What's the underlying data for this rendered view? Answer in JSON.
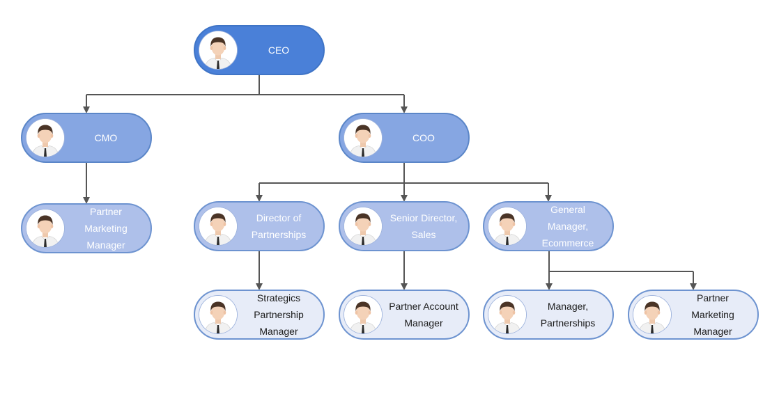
{
  "nodes": [
    {
      "id": "ceo",
      "level": 0,
      "title": "CEO"
    },
    {
      "id": "cmo",
      "level": 1,
      "title": "CMO"
    },
    {
      "id": "coo",
      "level": 1,
      "title": "COO"
    },
    {
      "id": "pmm1",
      "level": 2,
      "title": "Partner Marketing\nManager"
    },
    {
      "id": "dop",
      "level": 2,
      "title": "Director of\nPartnerships"
    },
    {
      "id": "sds",
      "level": 2,
      "title": "Senior Director,\nSales"
    },
    {
      "id": "gme",
      "level": 2,
      "title": "General Manager,\nEcommerce"
    },
    {
      "id": "spm",
      "level": 3,
      "title": "Strategics\nPartnership\nManager"
    },
    {
      "id": "pam",
      "level": 3,
      "title": "Partner Account\nManager"
    },
    {
      "id": "mp",
      "level": 3,
      "title": "Manager,\nPartnerships"
    },
    {
      "id": "pmm2",
      "level": 3,
      "title": "Partner Marketing\nManager"
    }
  ],
  "edges": [
    {
      "from": "ceo",
      "to": "cmo"
    },
    {
      "from": "ceo",
      "to": "coo"
    },
    {
      "from": "cmo",
      "to": "pmm1"
    },
    {
      "from": "coo",
      "to": "dop"
    },
    {
      "from": "coo",
      "to": "sds"
    },
    {
      "from": "coo",
      "to": "gme"
    },
    {
      "from": "dop",
      "to": "spm"
    },
    {
      "from": "sds",
      "to": "pam"
    },
    {
      "from": "gme",
      "to": "mp"
    },
    {
      "from": "gme",
      "to": "pmm2"
    }
  ],
  "colors": {
    "level0": "#4a80d8",
    "level1": "#86a6e2",
    "level2": "#aec0ea",
    "level3": "#e7ecf8",
    "connector": "#555555"
  },
  "icons": {
    "node_avatar": "person-avatar-icon"
  }
}
